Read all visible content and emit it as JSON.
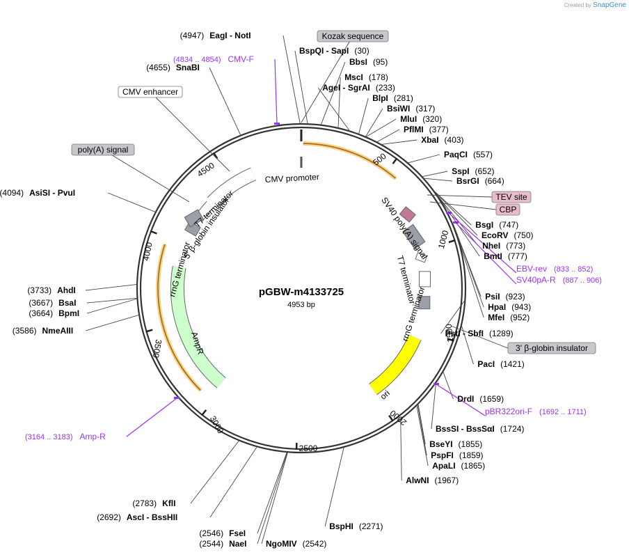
{
  "credit": {
    "prefix": "Created by",
    "brand": "SnapGene"
  },
  "plasmid": {
    "name": "pGBW-m4133725",
    "length_label": "4953 bp",
    "length": 4953
  },
  "ticks": [
    "500",
    "1000",
    "1500",
    "2000",
    "2500",
    "3000",
    "3500",
    "4000",
    "4500"
  ],
  "sites": [
    {
      "name": "EagI  -  NotI",
      "pos": "(4947)",
      "side": "left"
    },
    {
      "name": "BspQI  -  SapI",
      "pos": "(30)",
      "side": "right"
    },
    {
      "name": "BbsI",
      "pos": "(95)",
      "side": "right"
    },
    {
      "name": "MscI",
      "pos": "(178)",
      "side": "right"
    },
    {
      "name": "AgeI  -  SgrAI",
      "pos": "(233)",
      "side": "right"
    },
    {
      "name": "BlpI",
      "pos": "(281)",
      "side": "right"
    },
    {
      "name": "BsiWI",
      "pos": "(317)",
      "side": "right"
    },
    {
      "name": "MluI",
      "pos": "(320)",
      "side": "right"
    },
    {
      "name": "PflMI",
      "pos": "(377)",
      "side": "right"
    },
    {
      "name": "XbaI",
      "pos": "(403)",
      "side": "right"
    },
    {
      "name": "PaqCI",
      "pos": "(557)",
      "side": "right"
    },
    {
      "name": "SspI",
      "pos": "(652)",
      "side": "right"
    },
    {
      "name": "BsrGI",
      "pos": "(664)",
      "side": "right"
    },
    {
      "name": "BsgI",
      "pos": "(747)",
      "side": "right"
    },
    {
      "name": "EcoRV",
      "pos": "(750)",
      "side": "right"
    },
    {
      "name": "NheI",
      "pos": "(773)",
      "side": "right"
    },
    {
      "name": "BmtI",
      "pos": "(777)",
      "side": "right"
    },
    {
      "name": "PsiI",
      "pos": "(923)",
      "side": "right"
    },
    {
      "name": "HpaI",
      "pos": "(943)",
      "side": "right"
    },
    {
      "name": "MfeI",
      "pos": "(952)",
      "side": "right"
    },
    {
      "name": "PstI  -  SbfI",
      "pos": "(1289)",
      "side": "right"
    },
    {
      "name": "PacI",
      "pos": "(1421)",
      "side": "right"
    },
    {
      "name": "DrdI",
      "pos": "(1659)",
      "side": "right"
    },
    {
      "name": "BssSI  -  BssSαI",
      "pos": "(1724)",
      "side": "right"
    },
    {
      "name": "BseYI",
      "pos": "(1855)",
      "side": "right"
    },
    {
      "name": "PspFI",
      "pos": "(1859)",
      "side": "right"
    },
    {
      "name": "ApaLI",
      "pos": "(1865)",
      "side": "right"
    },
    {
      "name": "AlwNI",
      "pos": "(1967)",
      "side": "right"
    },
    {
      "name": "BspHI",
      "pos": "(2271)",
      "side": "right"
    },
    {
      "name": "NgoMIV",
      "pos": "(2542)",
      "side": "right"
    },
    {
      "name": "NaeI",
      "pos": "(2544)",
      "side": "left"
    },
    {
      "name": "FseI",
      "pos": "(2546)",
      "side": "left"
    },
    {
      "name": "AscI  -  BssHII",
      "pos": "(2692)",
      "side": "left"
    },
    {
      "name": "KflI",
      "pos": "(2783)",
      "side": "left"
    },
    {
      "name": "NmeAIII",
      "pos": "(3586)",
      "side": "left"
    },
    {
      "name": "BpmI",
      "pos": "(3664)",
      "side": "left"
    },
    {
      "name": "BsaI",
      "pos": "(3667)",
      "side": "left"
    },
    {
      "name": "AhdI",
      "pos": "(3733)",
      "side": "left"
    },
    {
      "name": "AsiSI  -  PvuI",
      "pos": "(4094)",
      "side": "left"
    },
    {
      "name": "SnaBI",
      "pos": "(4655)",
      "side": "left"
    }
  ],
  "primers": [
    {
      "name": "CMV-F",
      "range": "(4834 .. 4854)",
      "side": "left"
    },
    {
      "name": "EBV-rev",
      "range": "(833 .. 852)",
      "side": "right"
    },
    {
      "name": "SV40pA-R",
      "range": "(887 .. 906)",
      "side": "right"
    },
    {
      "name": "pBR322ori-F",
      "range": "(1692 .. 1711)",
      "side": "right"
    },
    {
      "name": "Amp-R",
      "range": "(3164 .. 3183)",
      "side": "left"
    }
  ],
  "boxed_labels": [
    {
      "text": "Kozak sequence",
      "style": "gray"
    },
    {
      "text": "CMV enhancer",
      "style": "white"
    },
    {
      "text": "poly(A) signal",
      "style": "gray"
    },
    {
      "text": "TEV site",
      "style": "pink"
    },
    {
      "text": "CBP",
      "style": "pink"
    },
    {
      "text": "3' β-globin insulator",
      "style": "gray"
    }
  ],
  "features": [
    {
      "text": "CMV promoter"
    },
    {
      "text": "SV40 poly(A) signal"
    },
    {
      "text": "T7 terminator"
    },
    {
      "text": "rrnG terminator"
    },
    {
      "text": "ori"
    },
    {
      "text": "AmpR"
    },
    {
      "text": "rrnG terminator"
    },
    {
      "text": "5' β-globin insulator"
    },
    {
      "text": "T7 terminator"
    }
  ],
  "colors": {
    "ring": "#333333",
    "ori": "#ffff00",
    "ampr": "#ccffcc",
    "highlight": "#f6c56b",
    "primer": "#9b30ff",
    "gray_box": "#c8c8cc",
    "pink_box": "#e8bcc8",
    "feature_gray": "#9aa0a8",
    "feature_pink": "#c07a96"
  }
}
